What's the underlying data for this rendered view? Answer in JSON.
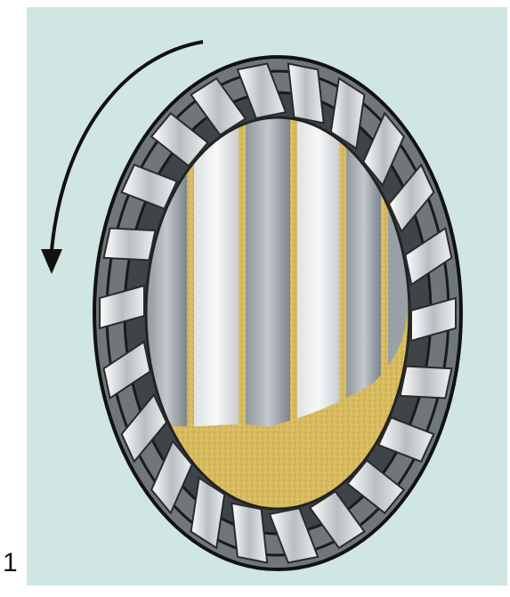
{
  "figure": {
    "number": "1",
    "background_color": "#cfe6e2",
    "drum_outline_color": "#111111",
    "material_color": "#d8bc5f",
    "blade_color": "#d9dcde",
    "arrow_icon": "rotation-arrow-icon",
    "arrow_direction": "counter-clockwise",
    "blade_count": 22
  }
}
